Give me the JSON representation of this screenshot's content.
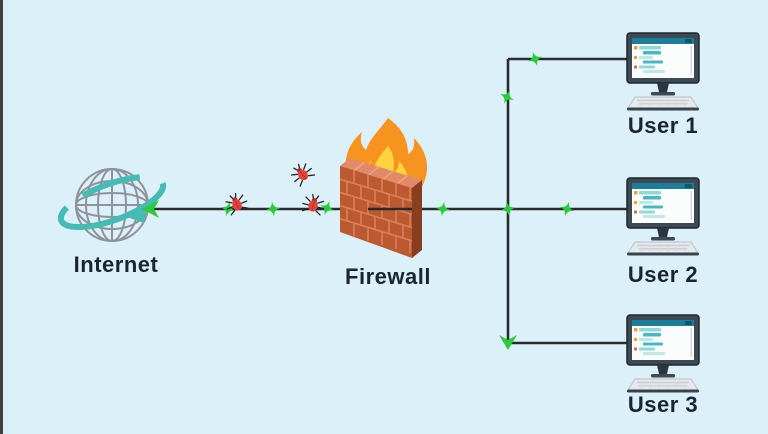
{
  "app": {
    "type": "network-security-diagram",
    "background_color": "#dcf0fa"
  },
  "diagram": {
    "nodes": {
      "internet": {
        "label": "Internet",
        "icon": "globe-with-orbit-icon"
      },
      "firewall": {
        "label": "Firewall",
        "icon": "brick-wall-flame-icon"
      },
      "users": [
        {
          "label": "User 1",
          "icon": "desktop-computer-icon"
        },
        {
          "label": "User 2",
          "icon": "desktop-computer-icon"
        },
        {
          "label": "User 3",
          "icon": "desktop-computer-icon"
        }
      ]
    },
    "connections": [
      {
        "from": "internet",
        "to": "firewall"
      },
      {
        "from": "firewall",
        "to": "junction"
      },
      {
        "from": "junction",
        "to": "user-1"
      },
      {
        "from": "junction",
        "to": "user-2"
      },
      {
        "from": "junction",
        "to": "user-3"
      }
    ],
    "markers": {
      "allowed_packet": {
        "shape": "green-four-point-star",
        "color": "#2bcb3c"
      },
      "threat_bug": {
        "shape": "red-bug",
        "color": "#e8403a"
      },
      "floating_threat_bug": {
        "shape": "red-bug",
        "color": "#ef8b7d"
      }
    },
    "colors": {
      "line": "#2b2b2b",
      "flame_outer": "#f79420",
      "flame_inner": "#ffd33e",
      "brick_front": "#bd5930",
      "brick_top": "#e08a67",
      "brick_side": "#8a3e20",
      "brick_mortar": "#d8815a",
      "globe_stroke": "#8f9298",
      "orbit_teal": "#44bcb3",
      "monitor_bezel": "#3d4954",
      "screen_titlebar": "#1c7e98",
      "label_text": "#1b2530"
    }
  }
}
